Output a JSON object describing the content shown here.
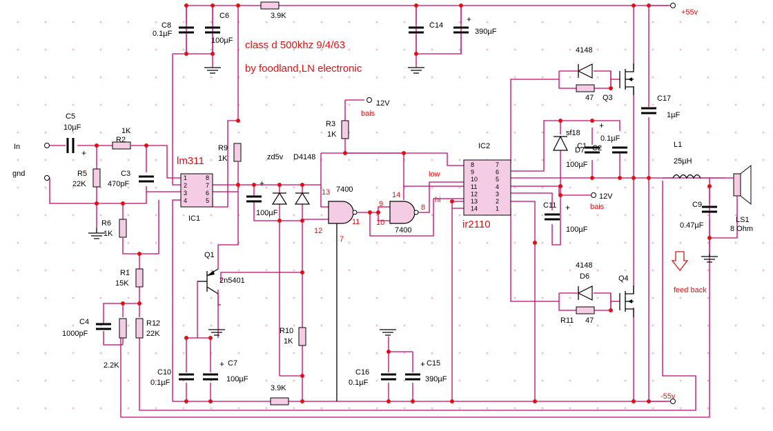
{
  "title": {
    "line1": "class d 500khz  9/4/63",
    "line2": "by foodland,LN electronic"
  },
  "rails": {
    "positive": "+55v",
    "negative": "-55v",
    "bias_top": "12V",
    "bias_top_label": "bais",
    "bias_mid": "12V",
    "bias_mid_label": "bais"
  },
  "terminals": {
    "in": "In",
    "gnd": "gnd"
  },
  "ics": {
    "ic1_label": "IC1",
    "ic1_part": "lm311",
    "ic1_pins_left": [
      "1",
      "2",
      "3",
      "4"
    ],
    "ic1_pins_right": [
      "8",
      "7",
      "6",
      "5"
    ],
    "ic2_label": "IC2",
    "ic2_part": "ir2110",
    "ic2_pins_left": [
      "8",
      "9",
      "10",
      "11",
      "12",
      "13",
      "14"
    ],
    "ic2_pins_right": [
      "7",
      "6",
      "5",
      "4",
      "3",
      "2",
      "1"
    ],
    "gate1_part": "7400",
    "gate1_pins": [
      "13",
      "12",
      "11",
      "7"
    ],
    "gate2_part": "7400",
    "gate2_pins": [
      "14",
      "9",
      "10",
      "8"
    ]
  },
  "signals": {
    "low": "low",
    "hi": "hi",
    "feedback": "feed back"
  },
  "components": {
    "C8_name": "C8",
    "C8_value": "0.1µF",
    "C6_name": "C6",
    "C6_value": "100µF",
    "R_top_value": "3.9K",
    "C14_name": "C14",
    "C14_value": "390µF",
    "C5_name": "C5",
    "C5_value": "10µF",
    "R2_name": "R2",
    "R2_value": "1K",
    "R5_name": "R5",
    "R5_value": "22K",
    "C3_name": "C3",
    "C3_value": "470pF",
    "R6_name": "R6",
    "R6_value": "1K",
    "R9_name": "R9",
    "R9_value": "1K",
    "R3_name": "R3",
    "R3_value": "1K",
    "zd_value": "zd5v",
    "D4148_value": "D4148",
    "Q1_name": "Q1",
    "Q1_value": "2n5401",
    "R1_name": "R1",
    "R1_value": "15K",
    "C4_name": "C4",
    "C4_value": "1000pF",
    "R12_name": "R12",
    "R12_value": "22K",
    "R_22k_bottom": "2.2K",
    "C10_name": "C10",
    "C10_value": "0.1µF",
    "C7_name": "C7",
    "C7_value": "100µF",
    "R10_name": "R10",
    "R10_value": "1K",
    "R_bottom_value": "3.9K",
    "C16_name": "C16",
    "C16_value": "0.1µF",
    "C15_name": "C15",
    "C15_value": "390µF",
    "D3_part": "4148",
    "R_d3_value": "47",
    "Q3_name": "Q3",
    "C17_name": "C17",
    "C17_value": "1µF",
    "sf18_value": "sf18",
    "D7_name": "D7",
    "C1_name": "C1",
    "C1_value": "100µF",
    "C2_name": "C2",
    "C2_value": "0.1µF",
    "L1_name": "L1",
    "L1_value": "25µH",
    "C11_name": "C11",
    "C11_value": "100µF",
    "C9_name": "C9",
    "C9_value": "0.47µF",
    "LS1_name": "LS1",
    "LS1_value": "8 Ohm",
    "D6_part": "4148",
    "D6_name": "D6",
    "R11_name": "R11",
    "R11_value": "47",
    "Q4_name": "Q4"
  }
}
